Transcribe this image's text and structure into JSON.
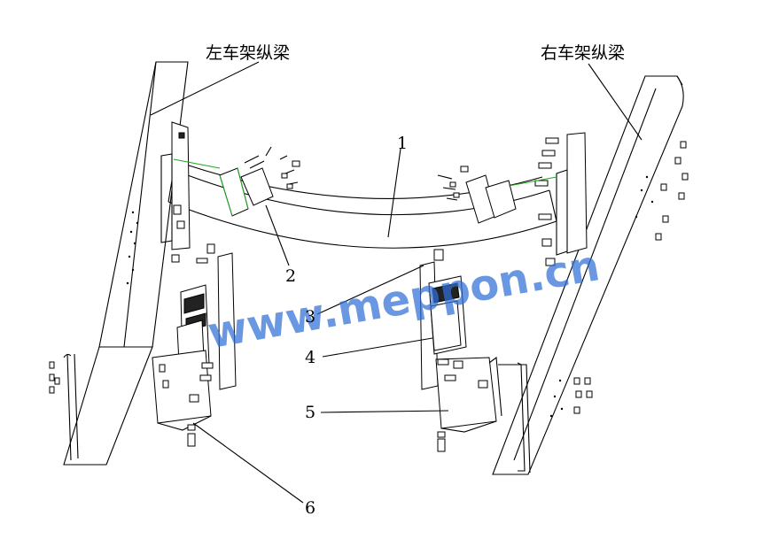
{
  "labels": {
    "left_rail": "左车架纵梁",
    "right_rail": "右车架纵梁",
    "part_1": "1",
    "part_2": "2",
    "part_3": "3",
    "part_4": "4",
    "part_5": "5",
    "part_6": "6"
  },
  "watermark": "www.meppon.cn",
  "colors": {
    "line": "#000000",
    "watermark": "#2f6fd6",
    "highlight": "#1ba81b"
  }
}
